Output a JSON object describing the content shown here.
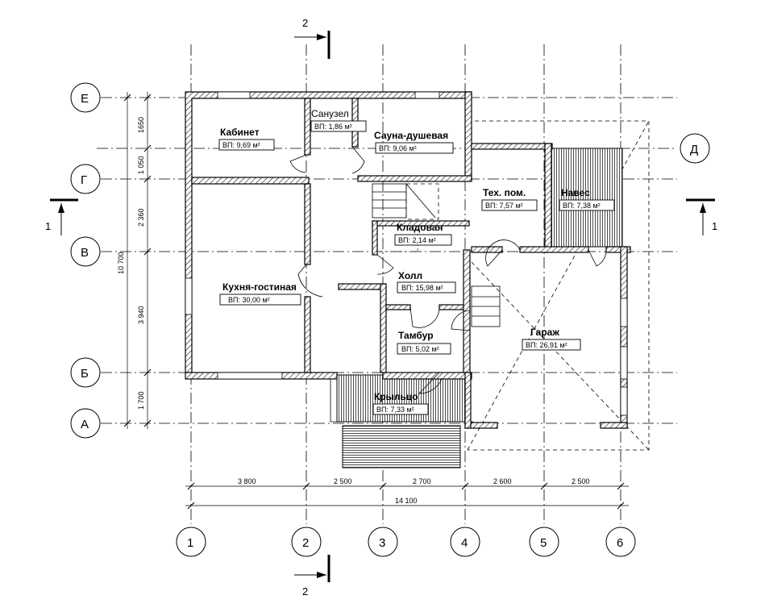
{
  "axes_vertical": [
    {
      "label": "1",
      "name": "axis-1"
    },
    {
      "label": "2",
      "name": "axis-2"
    },
    {
      "label": "3",
      "name": "axis-3"
    },
    {
      "label": "4",
      "name": "axis-4"
    },
    {
      "label": "5",
      "name": "axis-5"
    },
    {
      "label": "6",
      "name": "axis-6"
    }
  ],
  "axes_horizontal": [
    {
      "label": "Е",
      "name": "axis-e"
    },
    {
      "label": "Д",
      "name": "axis-d"
    },
    {
      "label": "Г",
      "name": "axis-g"
    },
    {
      "label": "В",
      "name": "axis-v"
    },
    {
      "label": "Б",
      "name": "axis-b"
    },
    {
      "label": "А",
      "name": "axis-a"
    }
  ],
  "rooms": [
    {
      "name": "Кабинет",
      "area": "ВП: 9,69 м²"
    },
    {
      "name": "Санузел",
      "area": "ВП: 1,86 м²"
    },
    {
      "name": "Сауна-душевая",
      "area": "ВП: 9,06 м²"
    },
    {
      "name": "Тех. пом.",
      "area": "ВП: 7,57 м²"
    },
    {
      "name": "Навес",
      "area": "ВП: 7,38 м²"
    },
    {
      "name": "Кладовая",
      "area": "ВП: 2,14 м²"
    },
    {
      "name": "Кухня-гостиная",
      "area": "ВП: 30,00 м²"
    },
    {
      "name": "Холл",
      "area": "ВП: 15,98 м²"
    },
    {
      "name": "Тамбур",
      "area": "ВП: 5,02 м²"
    },
    {
      "name": "Гараж",
      "area": "ВП: 26,91 м²"
    },
    {
      "name": "Крыльцо",
      "area": "ВП: 7,33 м²"
    }
  ],
  "dims_bottom": [
    "3 800",
    "2 500",
    "2 700",
    "2 600",
    "2 500"
  ],
  "dim_total_bottom": "14 100",
  "dims_left": [
    "1650",
    "1 050",
    "2 360",
    "3 940",
    "1 700"
  ],
  "dim_total_left": "10 700",
  "sections": {
    "section_2_top": "2",
    "section_2_bottom": "2",
    "section_1_left": "1",
    "section_1_right": "1"
  }
}
